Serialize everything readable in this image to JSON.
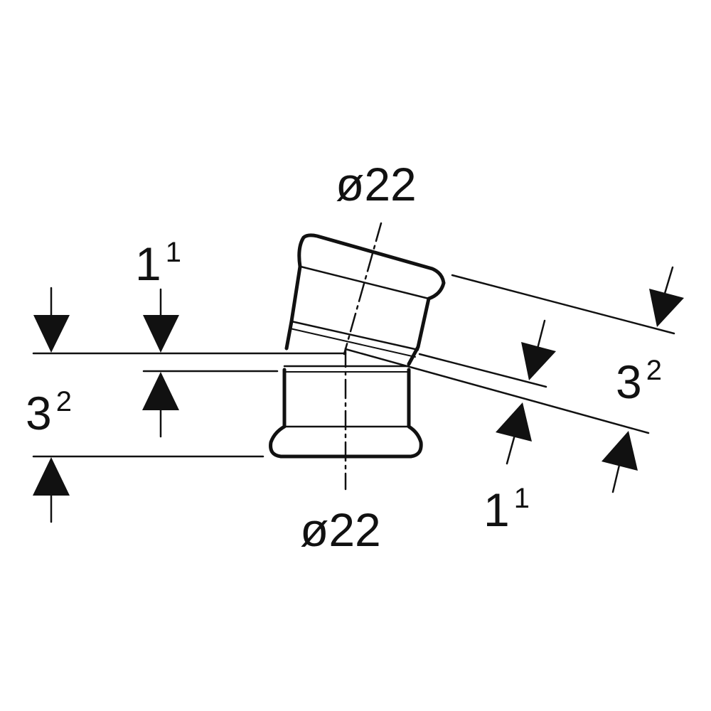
{
  "drawing": {
    "line_color": "#111111",
    "background": "#ffffff"
  },
  "labels": {
    "top_diameter": "ø22",
    "bottom_diameter": "ø22",
    "left_upper_dim": {
      "base": "1",
      "sup": "1"
    },
    "left_lower_dim": {
      "base": "3",
      "sup": "2"
    },
    "right_upper_dim": {
      "base": "3",
      "sup": "2"
    },
    "right_lower_dim": {
      "base": "1",
      "sup": "1"
    }
  }
}
